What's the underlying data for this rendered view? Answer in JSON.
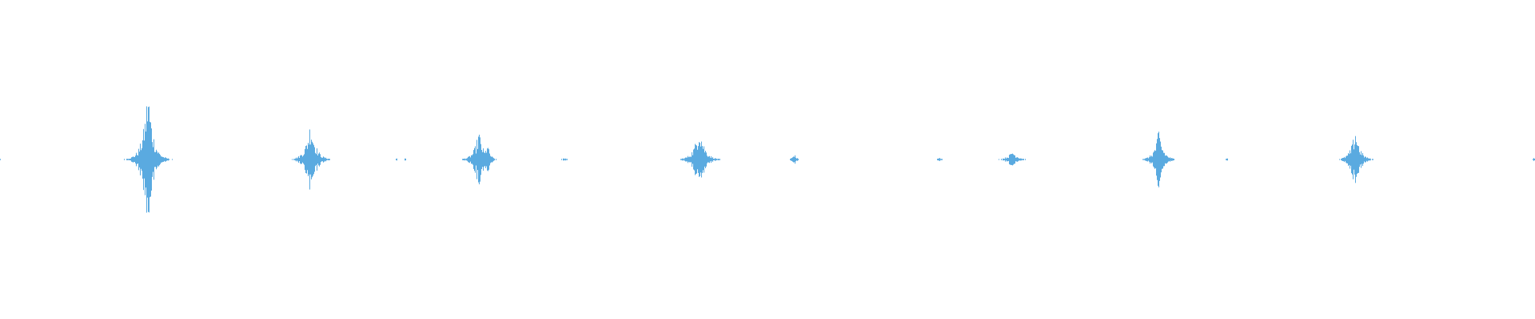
{
  "waveform": {
    "color": "#5aaae0",
    "background": "#ffffff",
    "timeline_range": [
      0,
      1
    ],
    "amplitude_range": [
      -1,
      1
    ],
    "bursts": [
      {
        "t": 0.0,
        "amp": 0.005,
        "width": 0.0025
      },
      {
        "t": 0.0962,
        "amp": 0.5,
        "width": 0.009
      },
      {
        "t": 0.2022,
        "amp": 0.27,
        "width": 0.009
      },
      {
        "t": 0.2583,
        "amp": 0.01,
        "width": 0.002
      },
      {
        "t": 0.2635,
        "amp": 0.012,
        "width": 0.002
      },
      {
        "t": 0.3117,
        "amp": 0.2,
        "width": 0.008
      },
      {
        "t": 0.3172,
        "amp": 0.12,
        "width": 0.005
      },
      {
        "t": 0.3672,
        "amp": 0.012,
        "width": 0.006
      },
      {
        "t": 0.4086,
        "amp": 0.012,
        "width": 0.0015
      },
      {
        "t": 0.4554,
        "amp": 0.25,
        "width": 0.009
      },
      {
        "t": 0.5172,
        "amp": 0.04,
        "width": 0.004
      },
      {
        "t": 0.6117,
        "amp": 0.012,
        "width": 0.006
      },
      {
        "t": 0.6594,
        "amp": 0.06,
        "width": 0.009
      },
      {
        "t": 0.7547,
        "amp": 0.2,
        "width": 0.008
      },
      {
        "t": 0.799,
        "amp": 0.01,
        "width": 0.004
      },
      {
        "t": 0.8828,
        "amp": 0.22,
        "width": 0.008
      },
      {
        "t": 0.999,
        "amp": 0.02,
        "width": 0.0015
      }
    ]
  }
}
